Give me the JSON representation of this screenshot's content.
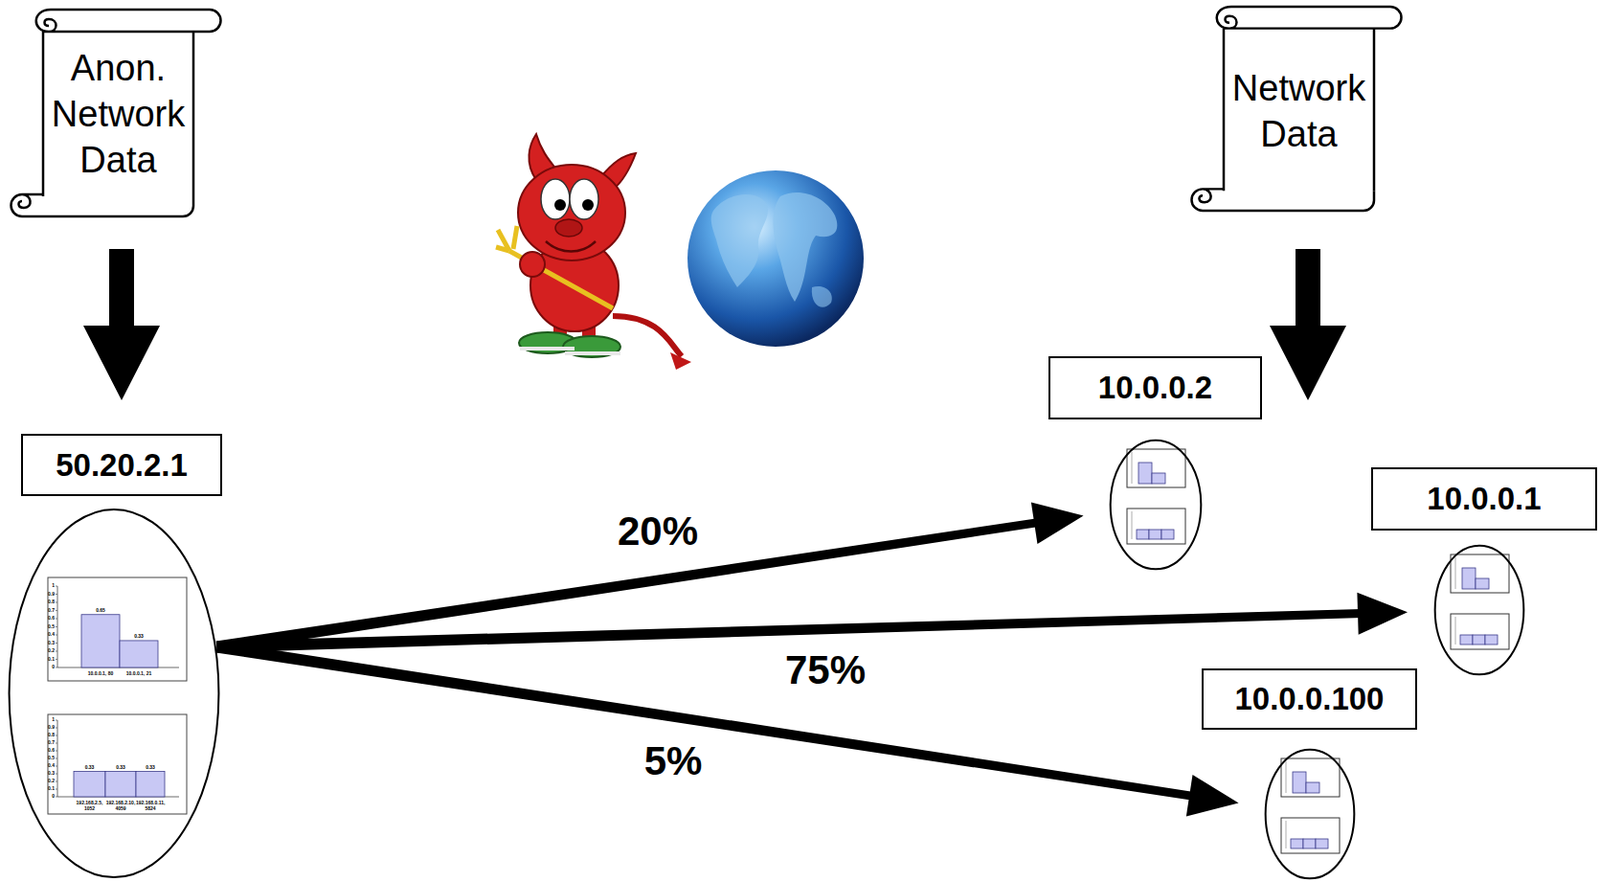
{
  "diagram": {
    "nodes": [
      {
        "text": [
          "Anon. Network Data"
        ]
      },
      {
        "text": [
          "Network Data"
        ]
      },
      {
        "text": [
          "50.20.2.1"
        ]
      },
      {
        "text": [
          "10.0.0.2"
        ]
      },
      {
        "text": [
          "10.0.0.1"
        ]
      },
      {
        "text": [
          "10.0.0.100"
        ]
      }
    ],
    "edges": [
      {
        "from": 0,
        "to": 2,
        "arrow": "to"
      },
      {
        "from": 2,
        "to": 3,
        "arrow": "to",
        "label": "20%"
      },
      {
        "from": 2,
        "to": 4,
        "arrow": "to",
        "label": "75%"
      },
      {
        "from": 2,
        "to": 5,
        "arrow": "to",
        "label": "5%"
      }
    ],
    "labels": [
      "1",
      "0.9",
      "0.8",
      "0.7",
      "0.6",
      "0.5",
      "0.4",
      "0.3",
      "0.2",
      "0.1",
      "0",
      "0.65",
      "0.33",
      "10.0.0.1, 80",
      "10.0.0.1, 21",
      "1",
      "0.9",
      "0.8",
      "0.7",
      "0.6",
      "0.5",
      "0.4",
      "0.3",
      "0.2",
      "0.1",
      "0",
      "0.33",
      "0.33",
      "0.33",
      "192.168.2.5, 1052",
      "192.168.2.10, 4059",
      "192.168.0.11, 5824"
    ]
  }
}
